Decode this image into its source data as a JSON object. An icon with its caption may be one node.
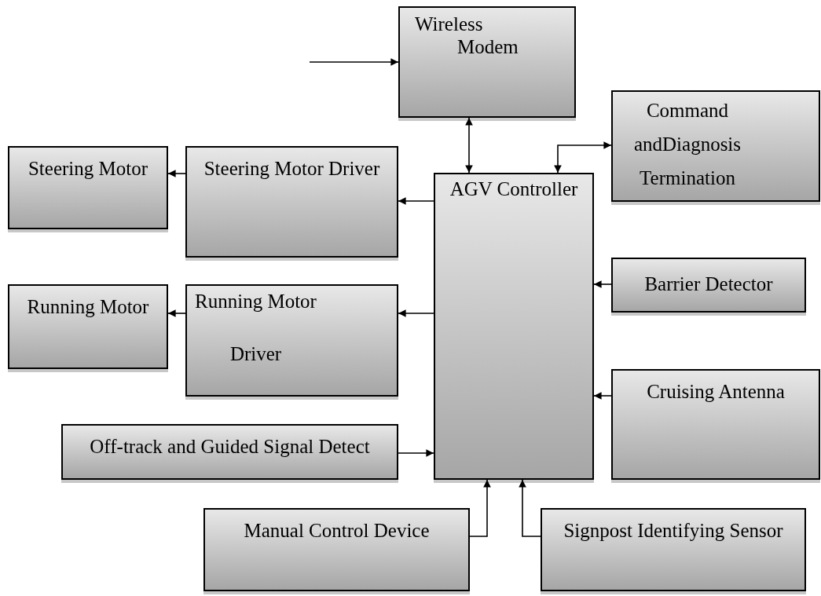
{
  "diagram": {
    "nodes": [
      {
        "text": [
          "Wireless Modem"
        ]
      },
      {
        "text": [
          "Command andDiagnosis Termination"
        ]
      },
      {
        "text": [
          "Steering Motor"
        ]
      },
      {
        "text": [
          "Steering Motor Driver"
        ]
      },
      {
        "text": [
          "AGV Controller"
        ]
      },
      {
        "text": [
          "Barrier Detector"
        ]
      },
      {
        "text": [
          "Running Motor"
        ]
      },
      {
        "text": [
          "Running Motor Driver"
        ]
      },
      {
        "text": [
          "Cruising Antenna"
        ]
      },
      {
        "text": [
          "Off-track and Guided Signal Detect"
        ]
      },
      {
        "text": [
          "Manual Control Device"
        ]
      },
      {
        "text": [
          "Signpost Identifying Sensor"
        ]
      }
    ],
    "edges": [
      {
        "from": null,
        "to": 0,
        "arrow": "to"
      },
      {
        "from": 0,
        "to": 4,
        "arrow": "both"
      },
      {
        "from": 4,
        "to": 1,
        "arrow": "both"
      },
      {
        "from": 4,
        "to": 3,
        "arrow": "to"
      },
      {
        "from": 3,
        "to": 2,
        "arrow": "to"
      },
      {
        "from": 5,
        "to": 4,
        "arrow": "to"
      },
      {
        "from": 4,
        "to": 7,
        "arrow": "to"
      },
      {
        "from": 7,
        "to": 6,
        "arrow": "to"
      },
      {
        "from": 8,
        "to": 4,
        "arrow": "to"
      },
      {
        "from": 9,
        "to": 4,
        "arrow": "to"
      },
      {
        "from": 10,
        "to": 4,
        "arrow": "to"
      },
      {
        "from": 11,
        "to": 4,
        "arrow": "to"
      }
    ]
  }
}
